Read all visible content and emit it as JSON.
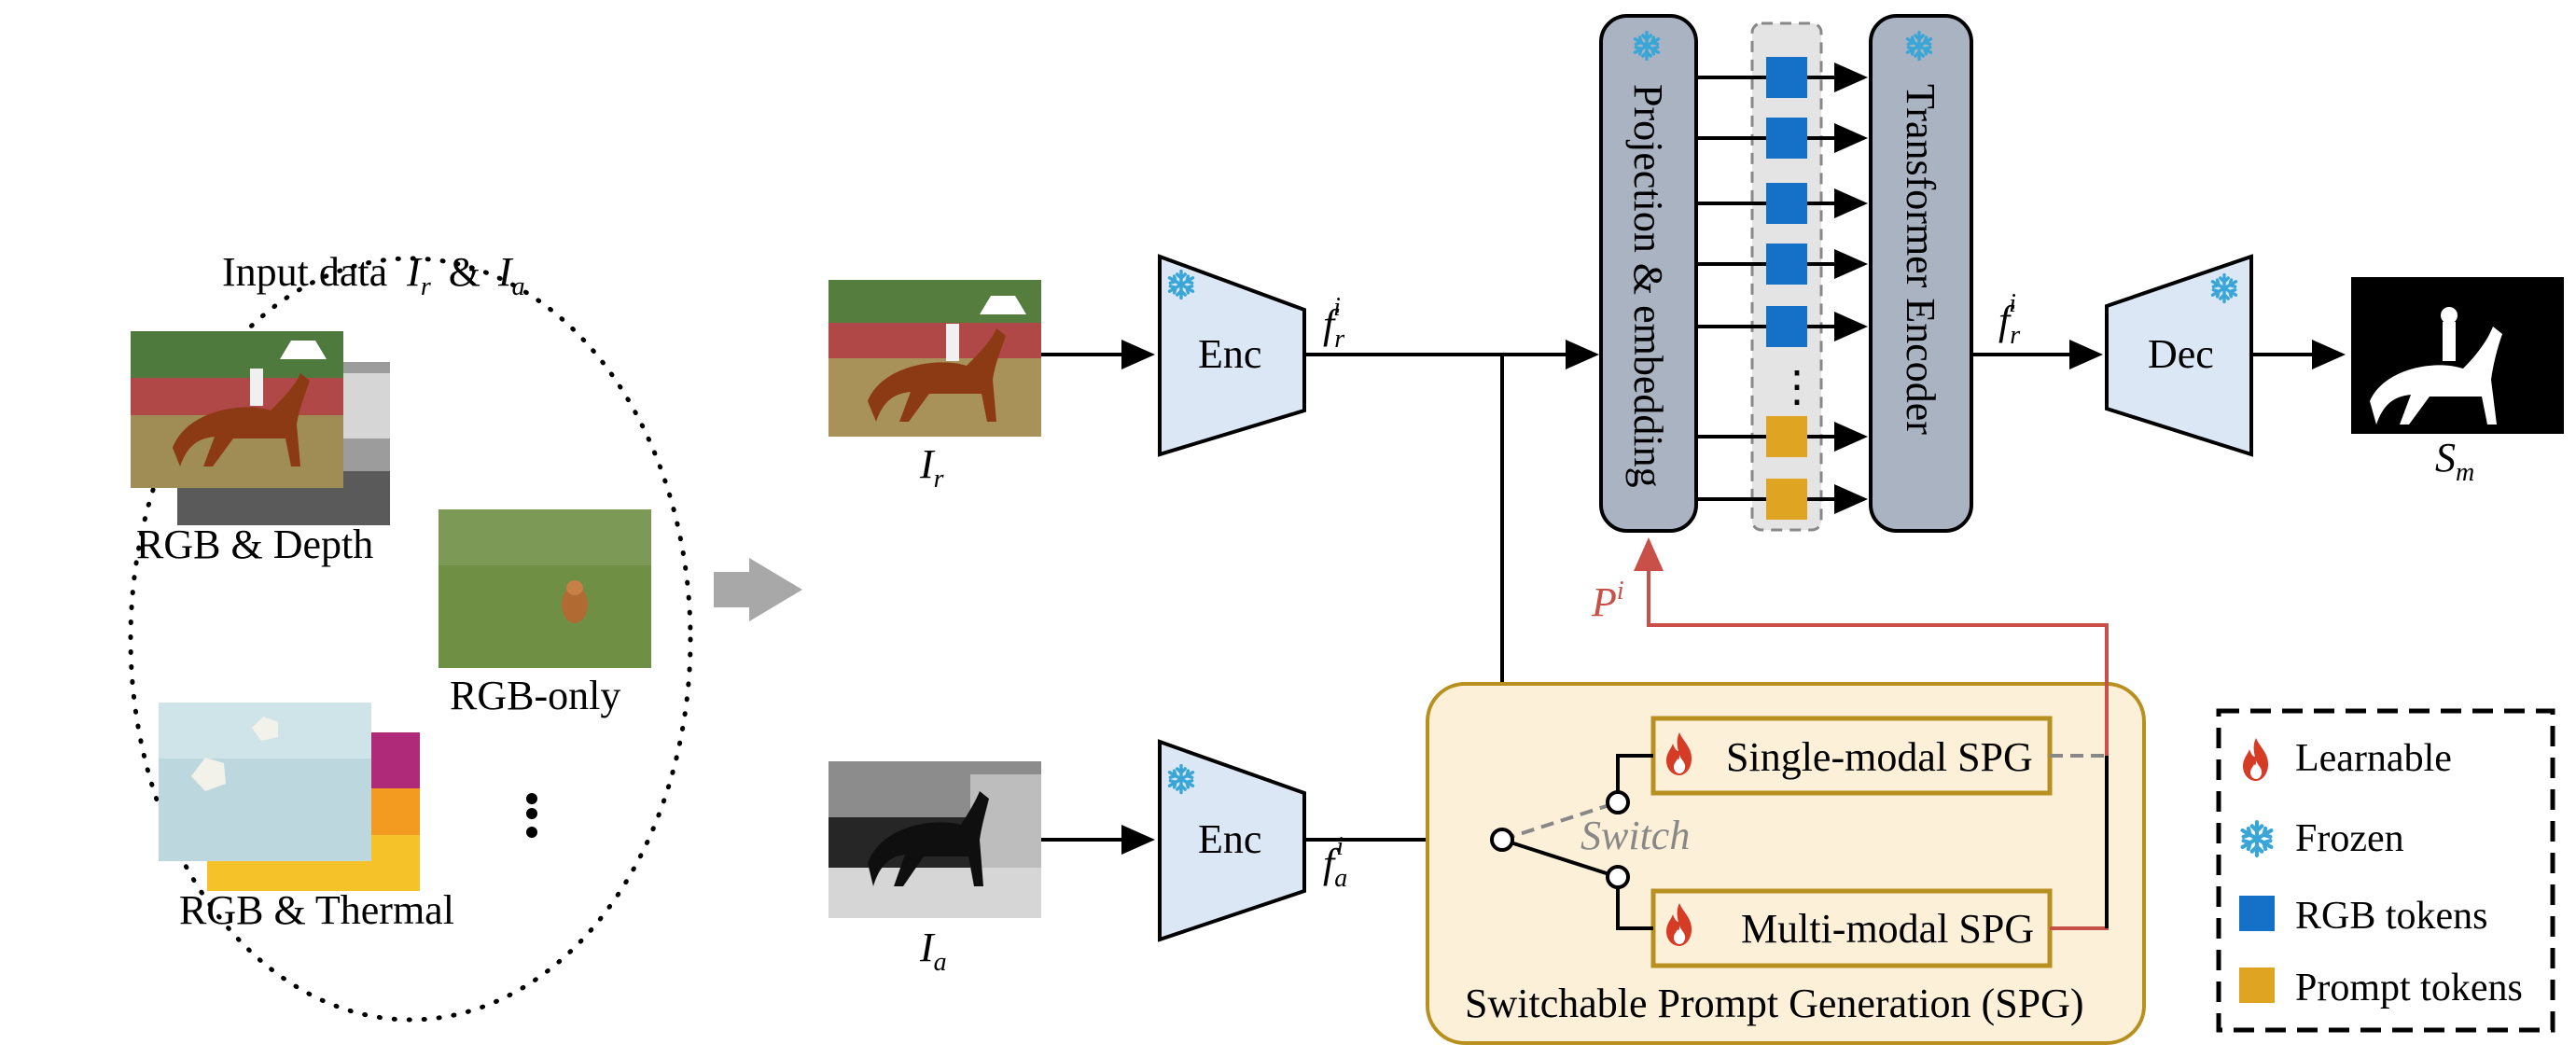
{
  "input_panel": {
    "title_prefix": "Input data",
    "title_var1": "I",
    "title_var1_sub": "r",
    "title_amp": "&",
    "title_var2": "I",
    "title_var2_sub": "a",
    "rgb_depth_label": "RGB & Depth",
    "rgb_only_label": "RGB-only",
    "rgb_thermal_label": "RGB & Thermal"
  },
  "pipeline": {
    "input_rgb_label": "I",
    "input_rgb_sub": "r",
    "input_aux_label": "I",
    "input_aux_sub": "a",
    "encoder_label": "Enc",
    "encoder_aux_label": "Enc",
    "feat_rgb": "f",
    "feat_rgb_sub": "r",
    "feat_rgb_sup": "i",
    "feat_aux": "f",
    "feat_aux_sub": "a",
    "feat_aux_sup": "i",
    "projection_label": "Projection & embedding",
    "transformer_label": "Transformer Encoder",
    "feat_out": "f",
    "feat_out_sub": "r",
    "feat_out_sup": "i",
    "decoder_label": "Dec",
    "output_label": "S",
    "output_sub": "m",
    "prompt_label": "P",
    "prompt_sup": "i",
    "switch_label": "Switch",
    "token_dots": "⋮"
  },
  "spg": {
    "single_modal": "Single-modal SPG",
    "multi_modal": "Multi-modal SPG",
    "caption": "Switchable Prompt Generation (SPG)"
  },
  "legend": {
    "learnable": "Learnable",
    "frozen": "Frozen",
    "rgb_tokens": "RGB tokens",
    "prompt_tokens": "Prompt tokens"
  },
  "colors": {
    "rgb_token": "#1570c8",
    "prompt_token": "#dfa421",
    "trapezoid_fill": "#dbe7f4",
    "block_fill": "#aab3c2",
    "spg_fill": "#fdf0d8",
    "spg_border": "#b8901f",
    "prompt_arrow": "#c85048",
    "snowflake": "#3aa6d8",
    "flame": "#d63b26"
  }
}
